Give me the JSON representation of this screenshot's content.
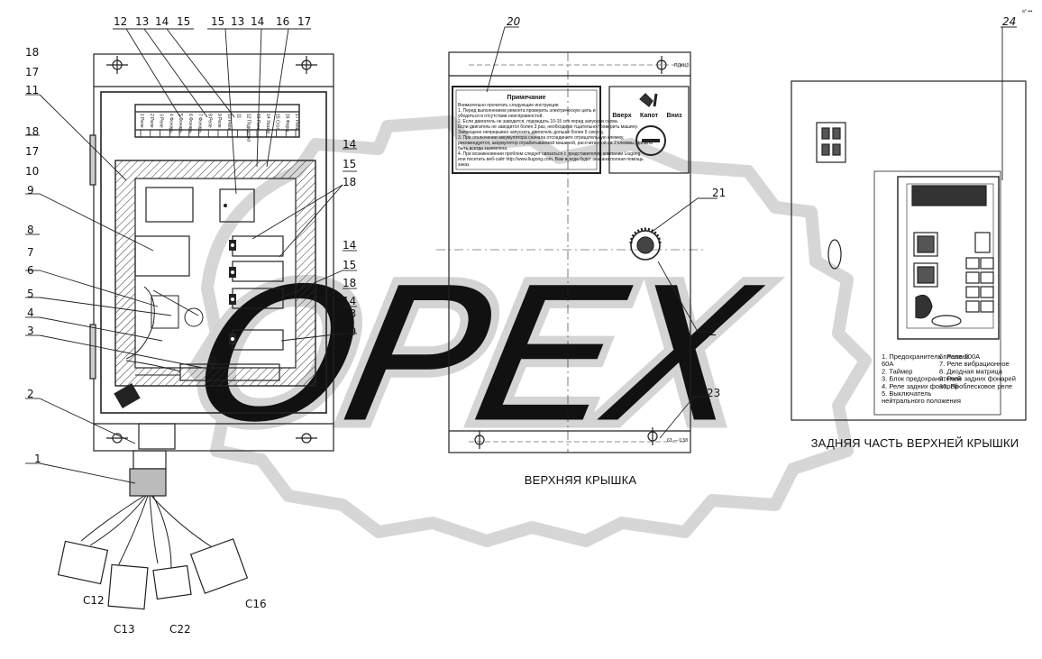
{
  "watermark": {
    "text": "OPEX",
    "color": "#d9d9d9"
  },
  "top_right_mark": "a° •••",
  "captions": {
    "top_cover": "ВЕРХНЯЯ КРЫШКА",
    "top_cover_back": "ЗАДНЯЯ ЧАСТЬ ВЕРХНЕЙ КРЫШКИ"
  },
  "callouts": {
    "c12": "12",
    "c13": "13",
    "c14": "14",
    "c15a": "15",
    "c15b": "15",
    "c13b": "13",
    "c14b": "14",
    "c16": "16",
    "c17": "17",
    "c18a": "18",
    "c17a": "17",
    "c11": "11",
    "c18b": "18",
    "c17b": "17",
    "c10": "10",
    "c9": "9",
    "c8": "8",
    "c7": "7",
    "c6": "6",
    "c5": "5",
    "c4": "4",
    "c3": "3",
    "c2": "2",
    "c1": "1",
    "r14a": "14",
    "r15a": "15",
    "r18": "18",
    "r14b": "14",
    "r15b": "15",
    "r18b": "18",
    "r14c": "14",
    "r13": "13",
    "r19": "19",
    "c20": "20",
    "c21": "21",
    "c22": "22",
    "c23": "23",
    "c24": "24"
  },
  "connectors": [
    "C12",
    "C13",
    "C22",
    "C16"
  ],
  "note": {
    "title": "Примечание",
    "lines": [
      "Внимательно прочитать следующие инструкции",
      "1. Перед выполнением ремонта проверить электрическую цепь и",
      "убедиться в отсутствии неисправностей.",
      "2. Если двигатель не заводится, подождать 10-15 сек перед запуском снова.",
      "Если двигатель не заводится более 3 раз, необходимо тщательно проверить машину.",
      "Запрещено непрерывно запускать двигатель дольше более 5 секунд.",
      "3. При отключении аккумулятора сначала отсоедините отрицательную клемму,",
      "рекомендуется, аккумулятор отрабатываемой машиной, рассчитанной на 2 клеммы, должна",
      "быть всегда заземлена.",
      "4. При возникновении проблем следует связаться с представителем компании Liugong",
      "или посетить веб-сайт http://www.liugong.com. Вам всегда будет оказана полная помощь",
      "заказ"
    ]
  },
  "switch_panel": {
    "up": "Вверх",
    "hood": "Капот",
    "down": "Вниз"
  },
  "legend": {
    "left": [
      "1. Предохранитель плавкий",
      "60А",
      "2. Таймер",
      "3. Блок предохранителей",
      "4. Реле задних фонарей",
      "5. Выключатель",
      "нейтрального положения"
    ],
    "right": [
      "6. Реле 100А",
      "7. Реле вибрационное",
      "8. Диодная матрица",
      "9. Реле задних фонарей",
      "10. Проблесковое реле"
    ]
  },
  "fuse_labels": [
    "1 Реле",
    "2 Реле",
    "3 Реле",
    "4 Фонарь",
    "5 Фонарь",
    "6 Фонарь",
    "7 Фонарь",
    "8 Реле",
    "9 Реле",
    "10 Реле",
    "11",
    "12 Подсветка",
    "13 Реле",
    "14 Указат.",
    "15 Стоп.",
    "16 Фары",
    "17 Реле"
  ],
  "stamp_text": "ПДКЦ0",
  "footer_code": "63 — 0.58"
}
